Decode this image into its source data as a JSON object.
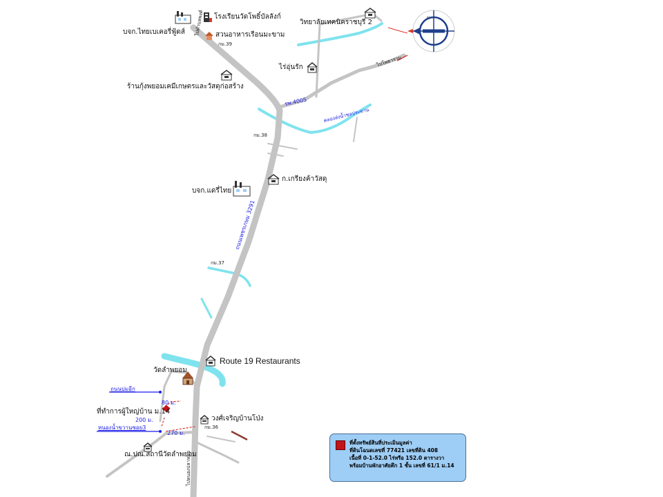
{
  "labels": {
    "school": "โรงเรียนวัดโพธิ์บัลลังก์",
    "thai_baker": "บจก.ไทยเบเคอรี่ฟู้ดส์",
    "garden_restaurant": "สวนอาหารเรือนมะขาม",
    "km39": "กม.39",
    "tech_college": "วิทยาลัยเทคนิคราชบุรี 2",
    "rai_uncle": "ไร่อุ่นรัก",
    "to_photharam": "ไปโพธาราม",
    "shrimp_shop": "ร้านกุ้งพยอมเคมีเกษตรและวัสดุก่อสร้าง",
    "road_4005": "รพ.4005",
    "canal_top": "คลองส่งน้ำชลประทาน",
    "km38": "กม.38",
    "kriang_shop": "ก.เกรียงค้าวัสดุ",
    "dairy_thai": "บจก.แดรี่ไทย",
    "highway": "ถนนเพชรเกษม 3291",
    "km37": "กม.37",
    "top_highway": "ไปตำบลพงศ์",
    "restaurants": "Route 19 Restaurants",
    "wat": "วัดลำพยอม",
    "road_left": "ถนนบุ่มอีก",
    "headman_office": "ที่ทำการผู้ใหญ่บ้าน ม.14",
    "dist80": "80 ม.",
    "dist200": "200 ม.",
    "village_soi": "หนองน้ำขวานซอย3",
    "dist270": "270 ม.",
    "wong_shop": "วงศ์เจริญบ้านโป่ง",
    "km36": "กม.36",
    "post_office": "ณ.ปณ.สถานีวัดลำพยอม",
    "bottom_highway": "ไปหนองปลาหมอ"
  },
  "legend": {
    "line1": "ที่ตั้งทรัพย์สินที่ประเมินมูลค่า",
    "line2": "ที่ดินโฉนดเลขที่ 77421 เลขที่ดิน 408",
    "line3": "เนื้อที่ 0-1-52.0 ไร่หรือ 152.0 ตารางวา",
    "line4": "พร้อมบ้านพักอาศัยตึก 1 ชั้น เลขที่ 61/1 ม.14",
    "marker_color": "#c0151b"
  },
  "colors": {
    "road": "#c4c4c4",
    "canal": "#7fe3ee",
    "legend_bg": "#9ecdf5",
    "link_blue": "#1a1ae6",
    "subject_red": "#c0151b"
  },
  "icons": [
    "factory-icon",
    "school-icon",
    "house-icon",
    "shop-icon",
    "temple-icon",
    "compass-icon"
  ]
}
